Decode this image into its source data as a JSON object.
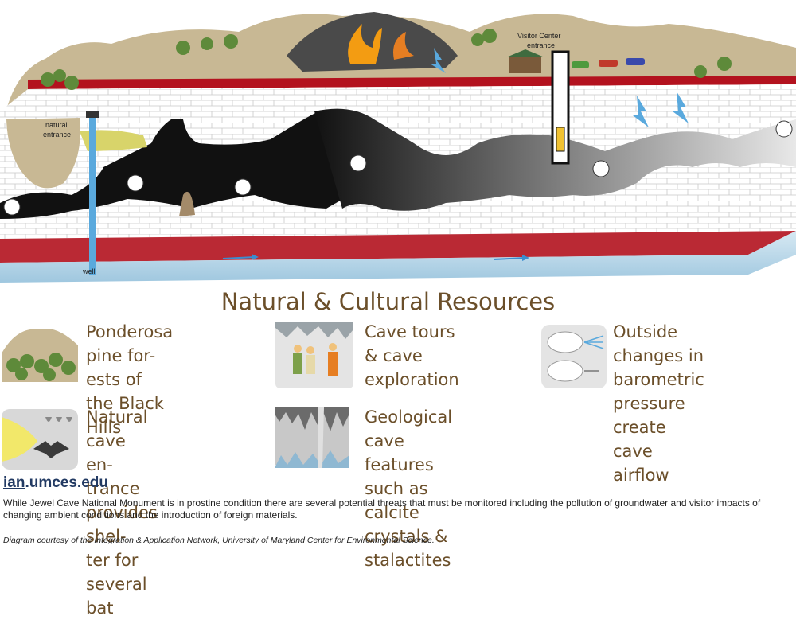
{
  "diagram": {
    "labels": {
      "natural_entrance_line1": "natural",
      "natural_entrance_line2": "entrance",
      "visitor_center_line1": "Visitor Center",
      "visitor_center_line2": "entrance",
      "well": "well"
    }
  },
  "legend": {
    "title": "Natural & Cultural Resources",
    "items": [
      {
        "icon": "pine-forest-icon",
        "lines": [
          "Ponderosa pine for-",
          "ests of the Black Hills"
        ]
      },
      {
        "icon": "cave-tour-icon",
        "lines": [
          "Cave tours & cave",
          "exploration"
        ]
      },
      {
        "icon": "barometric-airflow-icon",
        "lines": [
          "Outside changes in",
          "barometric pressure",
          "create cave airflow"
        ]
      },
      {
        "icon": "bat-entrance-icon",
        "lines": [
          "Natural cave en-",
          "trance provides shel-",
          "ter for several bat"
        ]
      },
      {
        "icon": "geology-icon",
        "lines": [
          "Geological cave features",
          "such as calcite crystals &",
          "stalactites"
        ]
      }
    ]
  },
  "footer": {
    "brand_prefix": "ian",
    "brand_suffix": ".umces.edu",
    "caption": "While Jewel Cave National Monument is in prostine condition there are several potential threats that must be monitored including the pollution of groundwater and visitor impacts of changing ambient conditions and the introduction of foreign materials.",
    "credit": "Diagram courtesy of the Integration & Application Network, University of Maryland Center for Environmental Science."
  },
  "colors": {
    "title_brown": "#6b4f2a",
    "rock_red": "#b3121e",
    "water_blue": "#5aa9dd",
    "cave_black": "#111111",
    "hill_tan": "#c8b894",
    "forest_green": "#5e8a3a",
    "brand_navy": "#223a63"
  }
}
